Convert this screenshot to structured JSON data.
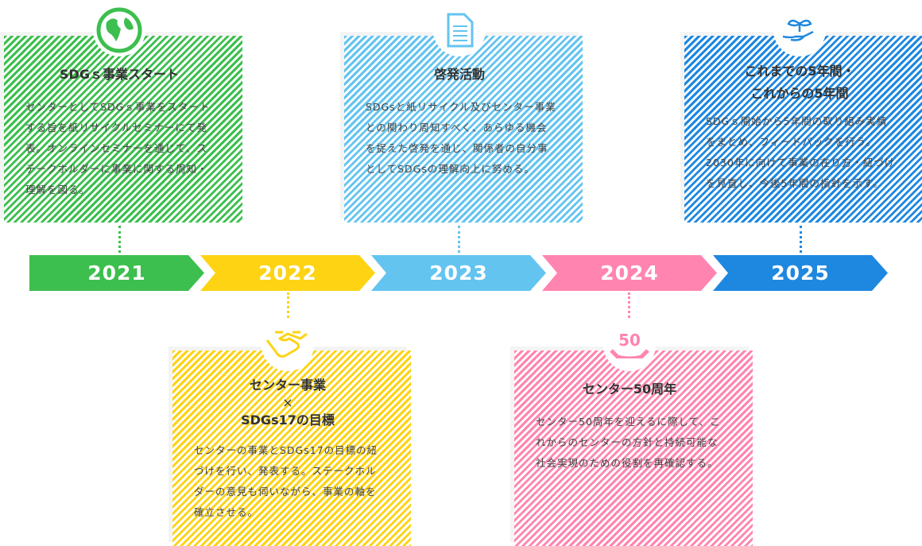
{
  "colors": {
    "green": "#3cbf4e",
    "yellow": "#fdd314",
    "lightblue": "#63c4f0",
    "pink": "#ff85b0",
    "blue": "#1e88e0"
  },
  "years": [
    "2021",
    "2022",
    "2023",
    "2024",
    "2025"
  ],
  "cards": [
    {
      "year": "2021",
      "icon": "globe-icon",
      "title": "SDGｓ事業スタート",
      "body": "センターとしてSDGｓ事業をスタートする旨を紙リサイクルセミナーにて発表。オンラインセミナーを通じて、ステークホルダーに事業に関する周知・理解を図る。"
    },
    {
      "year": "2022",
      "icon": "handshake-icon",
      "title_lines": [
        "センター事業",
        "×",
        "SDGs17の目標"
      ],
      "body": "センターの事業とSDGs17の目標の紐づけを行い、発表する。ステークホルダーの意見も伺いながら、事業の軸を確立させる。"
    },
    {
      "year": "2023",
      "icon": "document-icon",
      "title": "啓発活動",
      "body": "SDGsと紙リサイクル及びセンター事業との関わり周知すべく、あらゆる機会を捉えた啓発を通じ、関係者の自分事としてSDGsの理解向上に努める。"
    },
    {
      "year": "2024",
      "icon": "anniversary-50-icon",
      "icon_text": "50",
      "title": "センター50周年",
      "body": "センター50周年を迎えるに際して、これからのセンターの方針と持続可能な社会実現のための役割を再確認する。"
    },
    {
      "year": "2025",
      "icon": "sprout-in-hand-icon",
      "title_lines": [
        "これまでの5年間・",
        "これからの5年間"
      ],
      "body": "SDGｓ開始から5年間の取り組み実績をまとめ、フィードバックを行う。2030年に向けて事業の在り方・紐づけを見直し、今後5年間の指針を示す。"
    }
  ]
}
